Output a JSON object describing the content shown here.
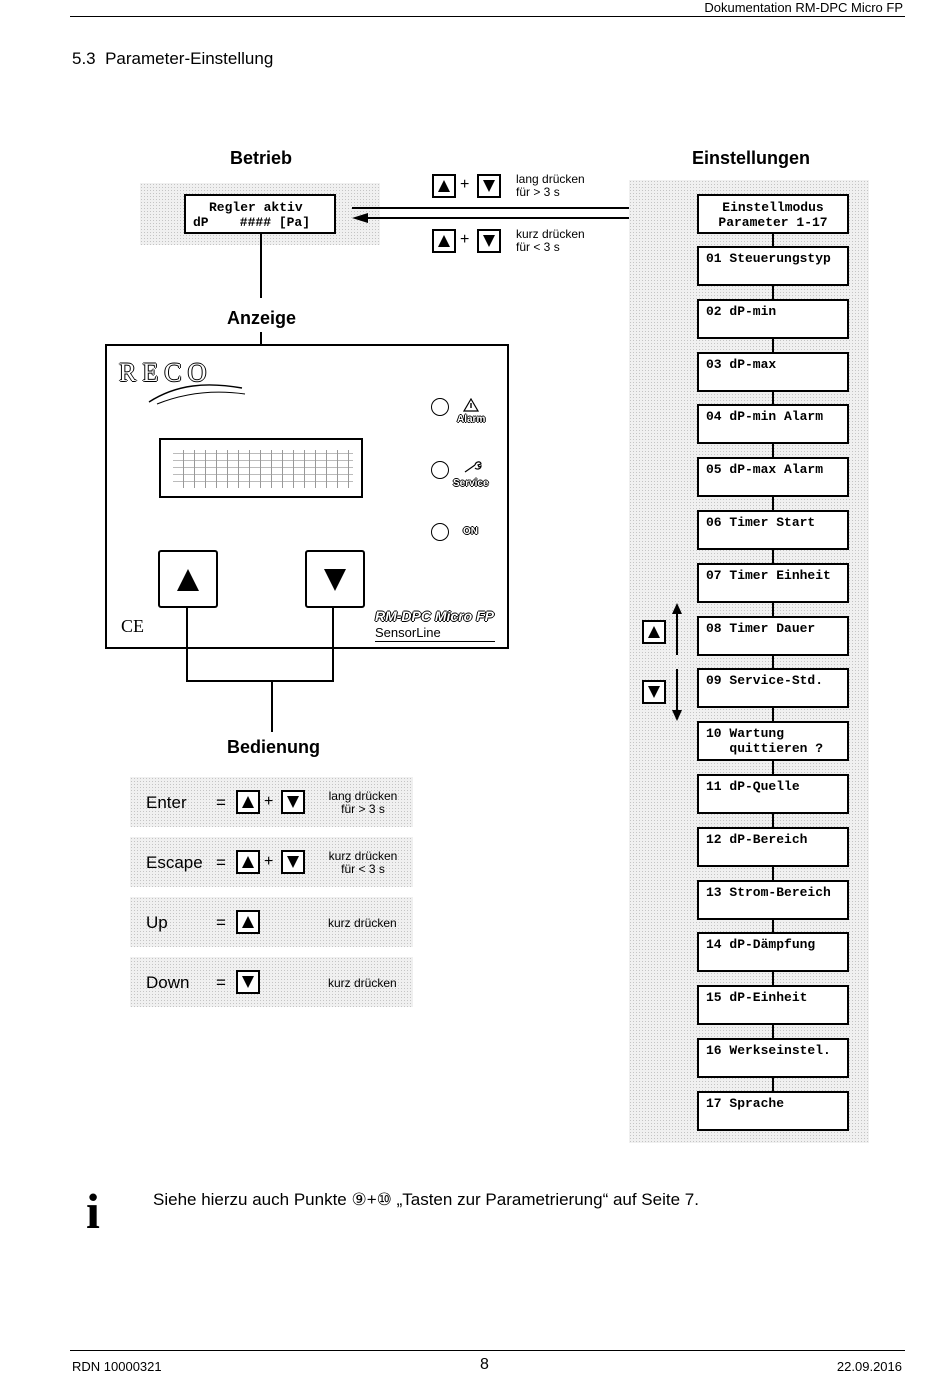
{
  "header": {
    "doc_title": "Dokumentation RM-DPC Micro FP"
  },
  "section": {
    "title": "5.3  Parameter-Einstellung"
  },
  "labels": {
    "betrieb": "Betrieb",
    "einstellungen": "Einstellungen",
    "anzeige": "Anzeige",
    "bedienung": "Bedienung"
  },
  "display": {
    "line1": "Regler aktiv",
    "line2": "dP    #### [Pa]"
  },
  "arrows": {
    "top_text1": "lang drücken",
    "top_text2": "für > 3 s",
    "bottom_text1": "kurz drücken",
    "bottom_text2": "für < 3 s",
    "plus": "+"
  },
  "settings_header": {
    "line1": "Einstellmodus",
    "line2": "Parameter 1-17"
  },
  "params": [
    "01 Steuerungstyp",
    "02 dP-min",
    "03 dP-max",
    "04 dP-min Alarm",
    "05 dP-max Alarm",
    "06 Timer Start",
    "07 Timer Einheit",
    "08 Timer Dauer",
    "09 Service-Std.",
    "10 Wartung\n   quittieren ?",
    "11 dP-Quelle",
    "12 dP-Bereich",
    "13 Strom-Bereich",
    "14 dP-Dämpfung",
    "15 dP-Einheit",
    "16 Werkseinstel.",
    "17 Sprache"
  ],
  "device": {
    "brand": "RECO",
    "led_alarm": "Alarm",
    "led_service": "Service",
    "led_on": "ON",
    "model": "RM-DPC Micro FP",
    "line": "SensorLine",
    "ce": "CE"
  },
  "controls": [
    {
      "name": "Enter",
      "eq": "=",
      "plus": "+",
      "text1": "lang drücken",
      "text2": "für > 3 s"
    },
    {
      "name": "Escape",
      "eq": "=",
      "plus": "+",
      "text1": "kurz drücken",
      "text2": "für < 3 s"
    },
    {
      "name": "Up",
      "eq": "=",
      "text1": "kurz drücken",
      "text2": ""
    },
    {
      "name": "Down",
      "eq": "=",
      "text1": "kurz drücken",
      "text2": ""
    }
  ],
  "note": {
    "icon": "info-icon",
    "text": "Siehe hierzu auch Punkte ⑨+⑩ „Tasten zur Parametrierung“ auf Seite 7."
  },
  "footer": {
    "doc_no": "RDN 10000321",
    "page": "8",
    "date": "22.09.2016"
  }
}
